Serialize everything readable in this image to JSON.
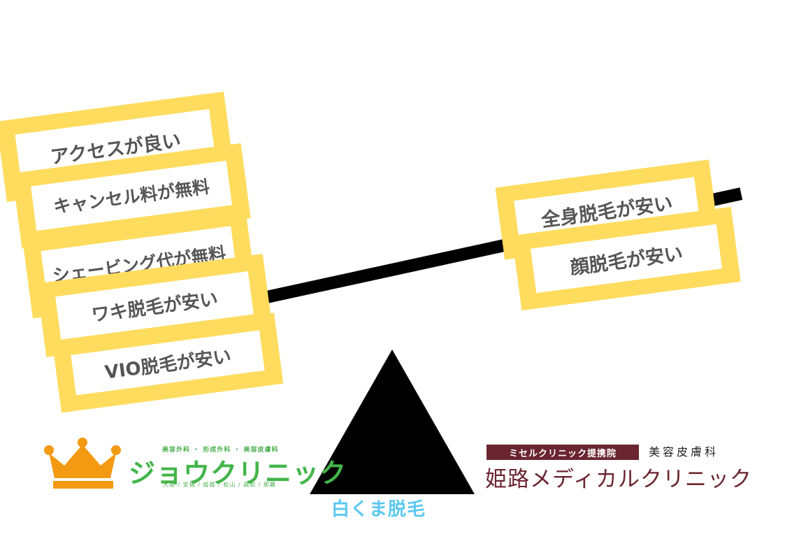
{
  "left_cards": [
    "アクセスが良い",
    "キャンセル料が無料",
    "シェービング代が無料",
    "ワキ脱毛が安い",
    "VIO脱毛が安い"
  ],
  "right_cards": [
    "全身脱毛が安い",
    "顔脱毛が安い"
  ],
  "left_logo": {
    "top_text": "美容外科 ・ 形成外科 ・ 美容皮膚科",
    "name": "ジョウクリニック",
    "bottom_text": "大阪 / 安城 / 姫路 / 松山 / 高知 / 那覇"
  },
  "right_logo": {
    "tieup": "ミセルクリニック提携院",
    "department": "美容皮膚科",
    "name": "姫路メディカルクリニック"
  },
  "bottom_logo": {
    "name": "白くま脱毛"
  },
  "colors": {
    "card_border": "#ffdc5e",
    "beam": "#000000",
    "jou_green": "#43b54a",
    "crown_orange": "#f39a12",
    "himeji_maroon": "#6b2530",
    "shirokuma_blue": "#5bc8f0"
  },
  "icons": [
    "crown-icon"
  ]
}
